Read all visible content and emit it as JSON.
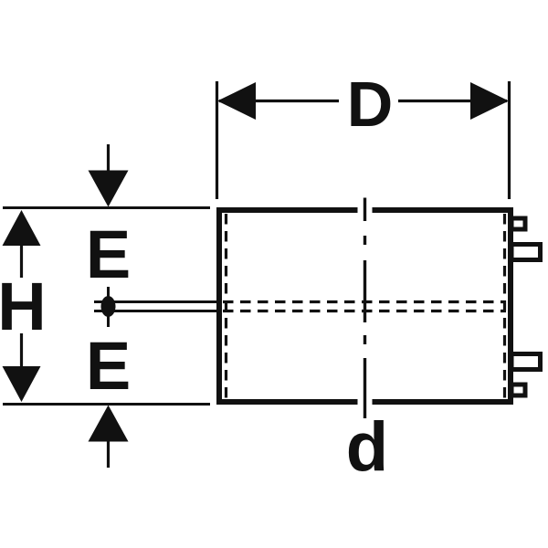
{
  "figure": {
    "background_color": "#ffffff",
    "line_color": "#111111",
    "labels": {
      "dim_width": "D",
      "dim_height": "H",
      "dim_insert_upper": "E",
      "dim_insert_lower": "E",
      "dim_diameter": "d"
    }
  }
}
